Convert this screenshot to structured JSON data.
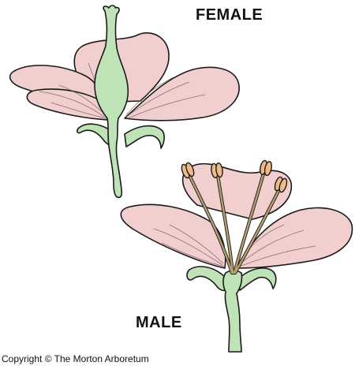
{
  "labels": {
    "female": "FEMALE",
    "male": "MALE"
  },
  "copyright": "Copyright © The Morton Arboretum",
  "colors": {
    "petal": "#f2cfcf",
    "green_parts": "#bfe3b7",
    "anther": "#f0b98a",
    "outline": "#1a1a1a"
  }
}
